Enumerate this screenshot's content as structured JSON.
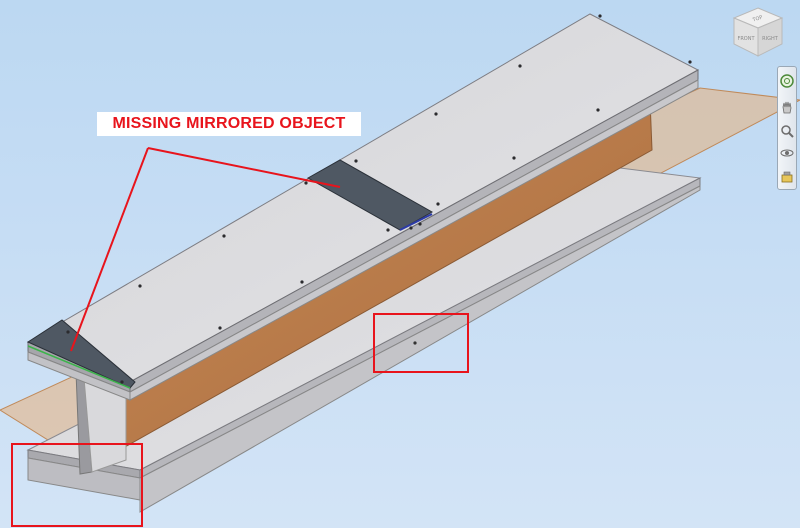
{
  "annotation": {
    "callout_text": "MISSING MIRRORED OBJECT",
    "color": "#e8141c"
  },
  "viewcube": {
    "faces": {
      "top": "TOP",
      "front": "FRONT",
      "right": "RIGHT"
    }
  },
  "navigation_bar": {
    "tools": [
      {
        "name": "steering-wheel-icon"
      },
      {
        "name": "pan-hand-icon"
      },
      {
        "name": "zoom-icon"
      },
      {
        "name": "orbit-icon"
      },
      {
        "name": "look-at-icon"
      }
    ]
  },
  "colors": {
    "background": "#c6ddf4",
    "beam_steel": "#d9d9dc",
    "splice_plate": "#4f5863",
    "web_plane": "#e0a36a",
    "highlight": "#e8141c"
  }
}
